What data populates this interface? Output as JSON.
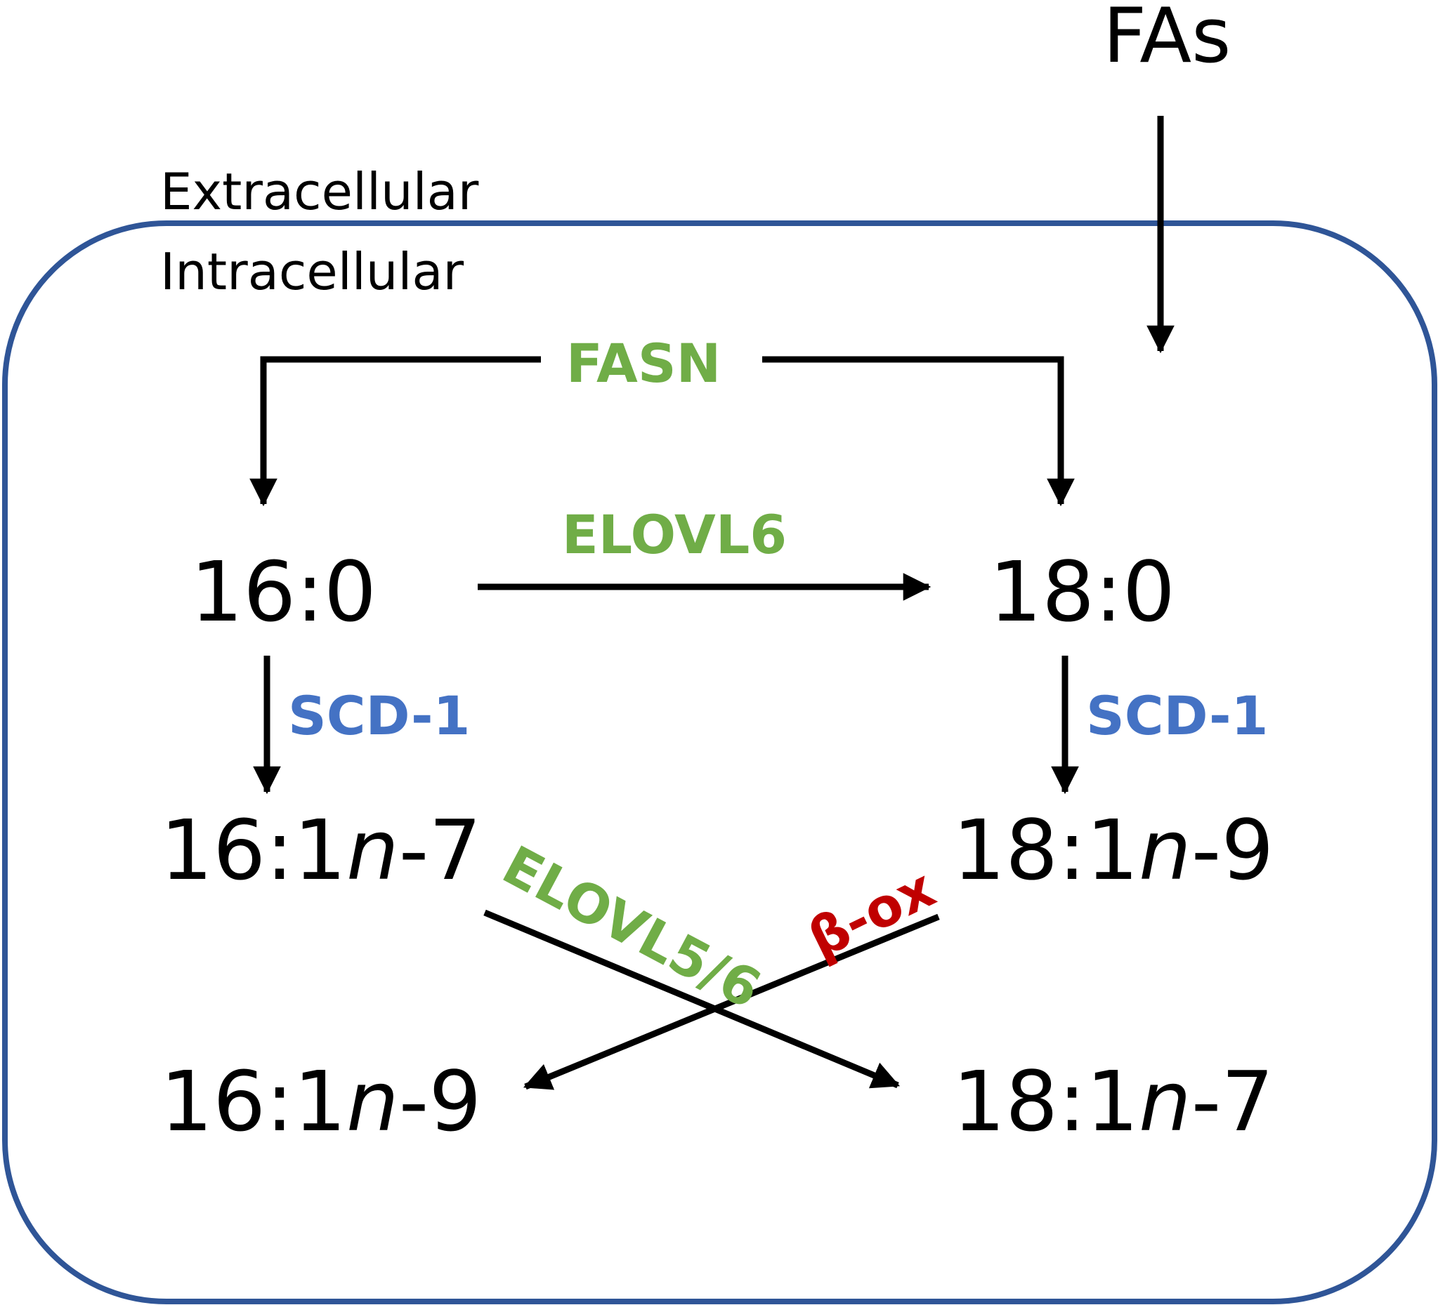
{
  "regions": {
    "extracellular": "Extracellular",
    "intracellular": "Intracellular"
  },
  "source": "FAs",
  "metabolites": {
    "m16_0": "16:0",
    "m18_0": "18:0",
    "m16_1n7": {
      "prefix": "16:1",
      "italic": "n",
      "suffix": "-7"
    },
    "m18_1n9": {
      "prefix": "18:1",
      "italic": "n",
      "suffix": "-9"
    },
    "m16_1n9": {
      "prefix": "16:1",
      "italic": "n",
      "suffix": "-9"
    },
    "m18_1n7": {
      "prefix": "18:1",
      "italic": "n",
      "suffix": "-7"
    }
  },
  "enzymes": {
    "fasn": "FASN",
    "elovl6": "ELOVL6",
    "scd1_left": "SCD-1",
    "scd1_right": "SCD-1",
    "elovl5_6": "ELOVL5/6",
    "beta_ox": "β-ox"
  },
  "colors": {
    "membrane": "#2f5597",
    "elongase": "#70ad47",
    "desaturase": "#4472c4",
    "beta_oxidation": "#c00000",
    "arrow": "#000000"
  }
}
